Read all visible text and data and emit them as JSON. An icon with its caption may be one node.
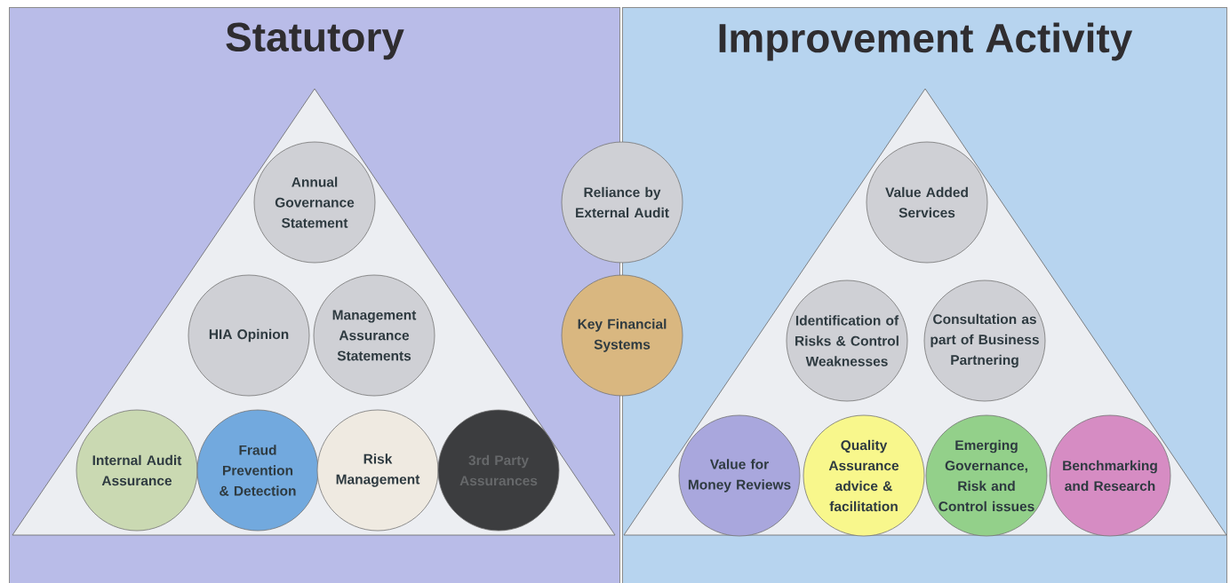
{
  "diagram": {
    "nodes": [
      {
        "text": [
          "Statutory"
        ]
      },
      {
        "text": [],
        "shape": "triangle",
        "in": 0
      },
      {
        "text": [
          "Annual Governance Statement"
        ],
        "in": 1
      },
      {
        "text": [
          "HIA Opinion"
        ],
        "in": 1
      },
      {
        "text": [
          "Management Assurance Statements"
        ],
        "in": 1
      },
      {
        "text": [
          "Internal Audit Assurance"
        ],
        "in": 1
      },
      {
        "text": [
          "Fraud Prevention & Detection"
        ],
        "in": 1
      },
      {
        "text": [
          "Risk Management"
        ],
        "in": 1
      },
      {
        "text": [
          "3rd Party Assurances"
        ],
        "in": 1
      },
      {
        "text": [
          "Reliance by External Audit"
        ]
      },
      {
        "text": [
          "Key Financial Systems"
        ]
      },
      {
        "text": [
          "Improvement Activity"
        ]
      },
      {
        "text": [],
        "shape": "triangle",
        "in": 11
      },
      {
        "text": [
          "Value Added Services"
        ],
        "in": 12
      },
      {
        "text": [
          "Identification of Risks & Control Weaknesses"
        ],
        "in": 12
      },
      {
        "text": [
          "Consultation as part of Business Partnering"
        ],
        "in": 12
      },
      {
        "text": [
          "Value for Money Reviews"
        ],
        "in": 12
      },
      {
        "text": [
          "Quality Assurance advice & facilitation"
        ],
        "in": 12
      },
      {
        "text": [
          "Emerging Governance, Risk and Control issues"
        ],
        "in": 12
      },
      {
        "text": [
          "Benchmarking and Research"
        ],
        "in": 12
      }
    ]
  }
}
